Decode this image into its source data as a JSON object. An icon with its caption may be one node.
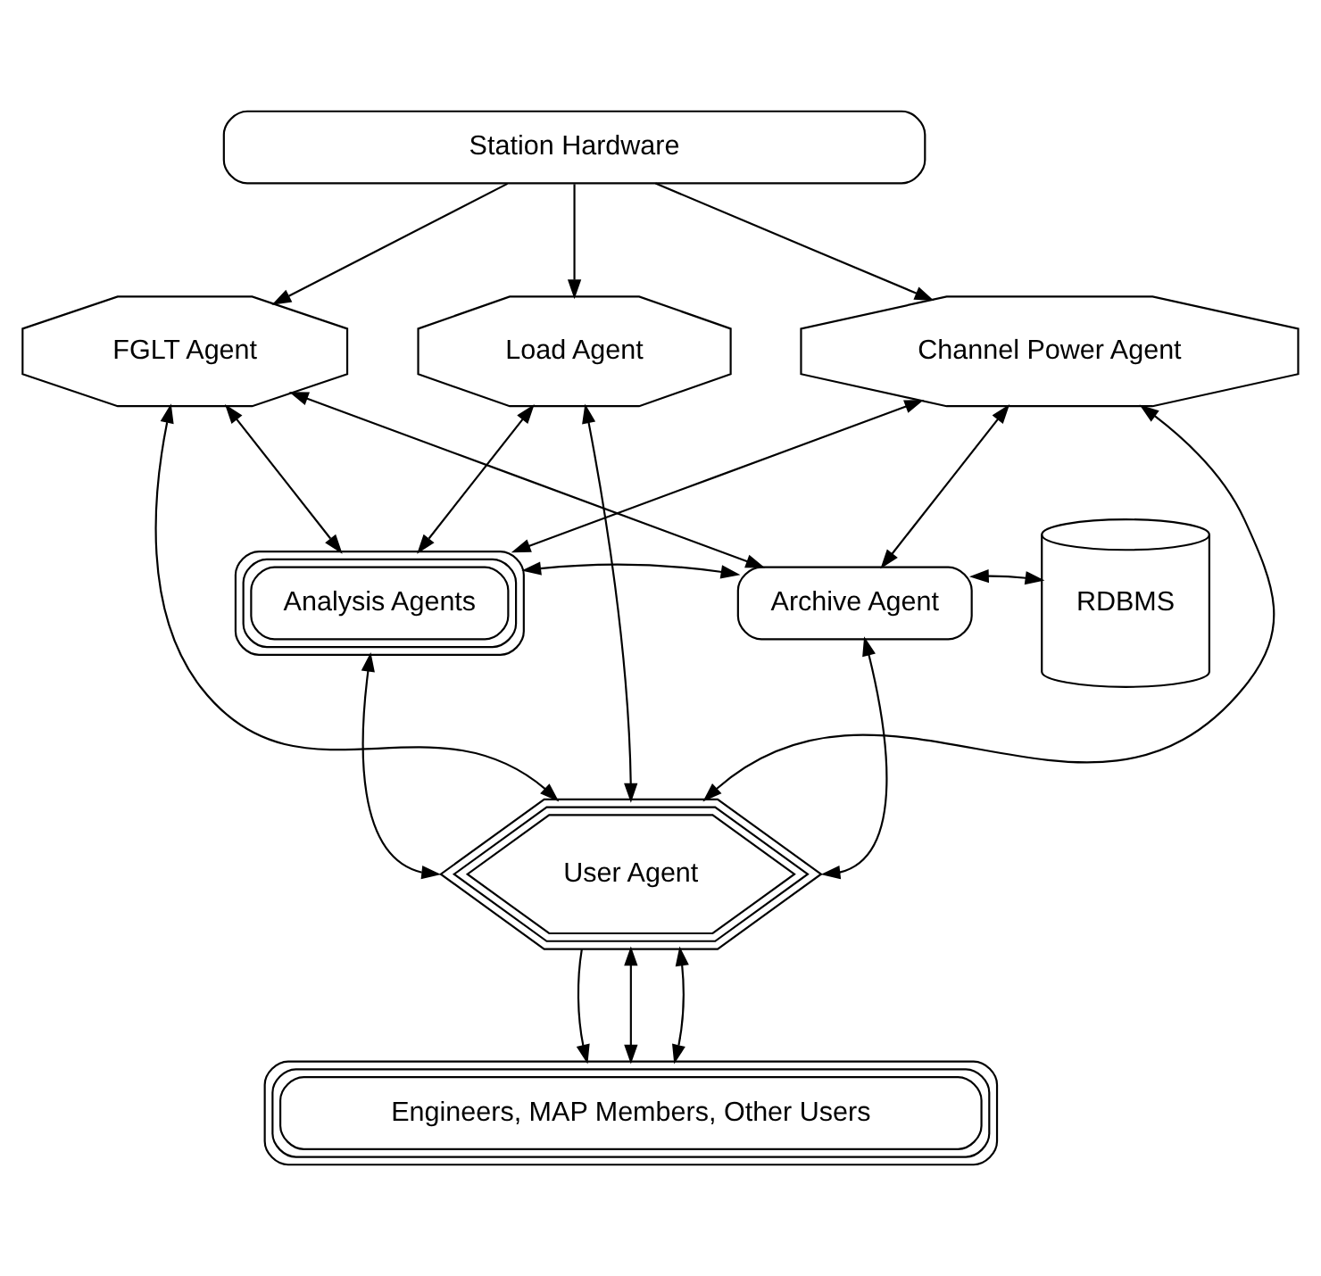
{
  "diagram": {
    "nodes": [
      {
        "text": [
          "Station Hardware"
        ]
      },
      {
        "text": [
          "FGLT Agent"
        ]
      },
      {
        "text": [
          "Load Agent"
        ]
      },
      {
        "text": [
          "Channel Power Agent"
        ]
      },
      {
        "text": [
          "Analysis Agents"
        ]
      },
      {
        "text": [
          "Archive Agent"
        ]
      },
      {
        "text": [
          "RDBMS"
        ]
      },
      {
        "text": [
          "User Agent"
        ]
      },
      {
        "text": [
          "Engineers, MAP Members, Other Users"
        ]
      }
    ],
    "edges": [
      {
        "from": 0,
        "to": 1,
        "arrow": "to"
      },
      {
        "from": 0,
        "to": 2,
        "arrow": "to"
      },
      {
        "from": 0,
        "to": 3,
        "arrow": "to"
      },
      {
        "from": 1,
        "to": 4,
        "arrow": "both"
      },
      {
        "from": 1,
        "to": 5,
        "arrow": "both"
      },
      {
        "from": 1,
        "to": 7,
        "arrow": "both"
      },
      {
        "from": 2,
        "to": 4,
        "arrow": "both"
      },
      {
        "from": 2,
        "to": 7,
        "arrow": "both"
      },
      {
        "from": 3,
        "to": 4,
        "arrow": "both"
      },
      {
        "from": 3,
        "to": 5,
        "arrow": "both"
      },
      {
        "from": 3,
        "to": 7,
        "arrow": "both"
      },
      {
        "from": 4,
        "to": 5,
        "arrow": "both"
      },
      {
        "from": 5,
        "to": 6,
        "arrow": "both"
      },
      {
        "from": 4,
        "to": 7,
        "arrow": "both"
      },
      {
        "from": 5,
        "to": 7,
        "arrow": "both"
      },
      {
        "from": 7,
        "to": 8,
        "arrow": "to"
      },
      {
        "from": 7,
        "to": 8,
        "arrow": "both"
      },
      {
        "from": 7,
        "to": 8,
        "arrow": "both"
      }
    ]
  }
}
